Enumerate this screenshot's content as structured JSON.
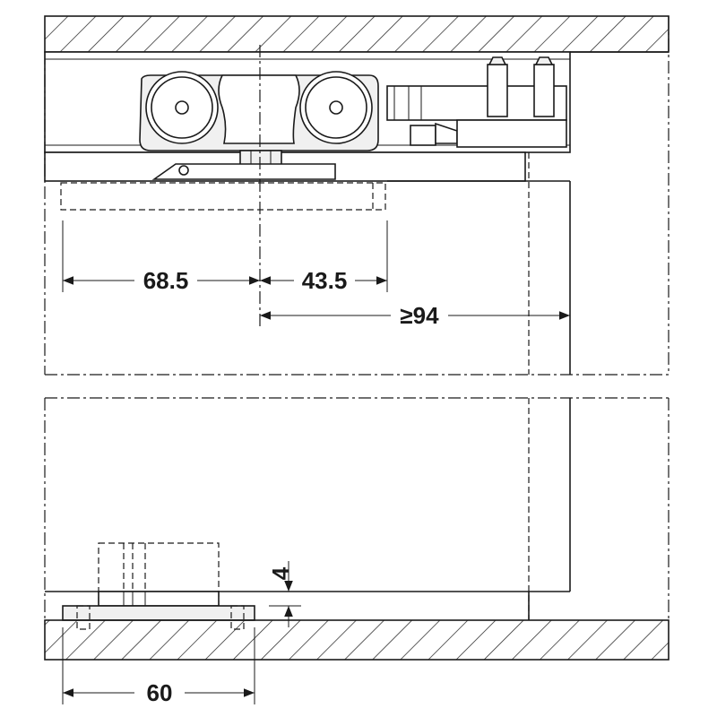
{
  "dimensions": {
    "d_68_5": "68.5",
    "d_43_5": "43.5",
    "d_ge94": "≥94",
    "d_4": "4",
    "d_60": "60"
  },
  "colors": {
    "line": "#1a1a1a",
    "part_fill": "#f0f0f0",
    "background": "#ffffff"
  }
}
